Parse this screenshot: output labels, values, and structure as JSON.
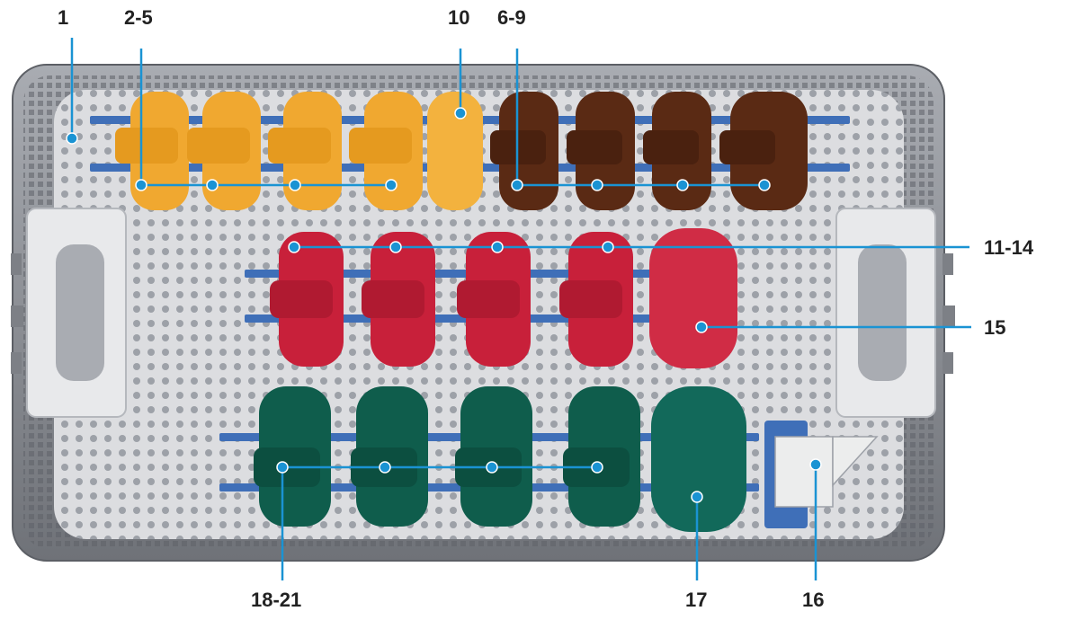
{
  "image_alt": "",
  "colors": {
    "leader": "#1a93d3",
    "label": "#222222",
    "tray_frame": "#8c8f94",
    "tray_plate": "#dcdde0",
    "rail": "#3f6fb8",
    "yellow_trial": "#f0a830",
    "brown_trial": "#5a2a14",
    "red_trial": "#c8203a",
    "green_trial": "#0f5d4c"
  },
  "callouts": [
    {
      "id": "c1",
      "label": "1"
    },
    {
      "id": "c2-5",
      "label": "2-5"
    },
    {
      "id": "c10",
      "label": "10"
    },
    {
      "id": "c6-9",
      "label": "6-9"
    },
    {
      "id": "c11-14",
      "label": "11-14"
    },
    {
      "id": "c15",
      "label": "15"
    },
    {
      "id": "c18-21",
      "label": "18-21"
    },
    {
      "id": "c17",
      "label": "17"
    },
    {
      "id": "c16",
      "label": "16"
    }
  ]
}
